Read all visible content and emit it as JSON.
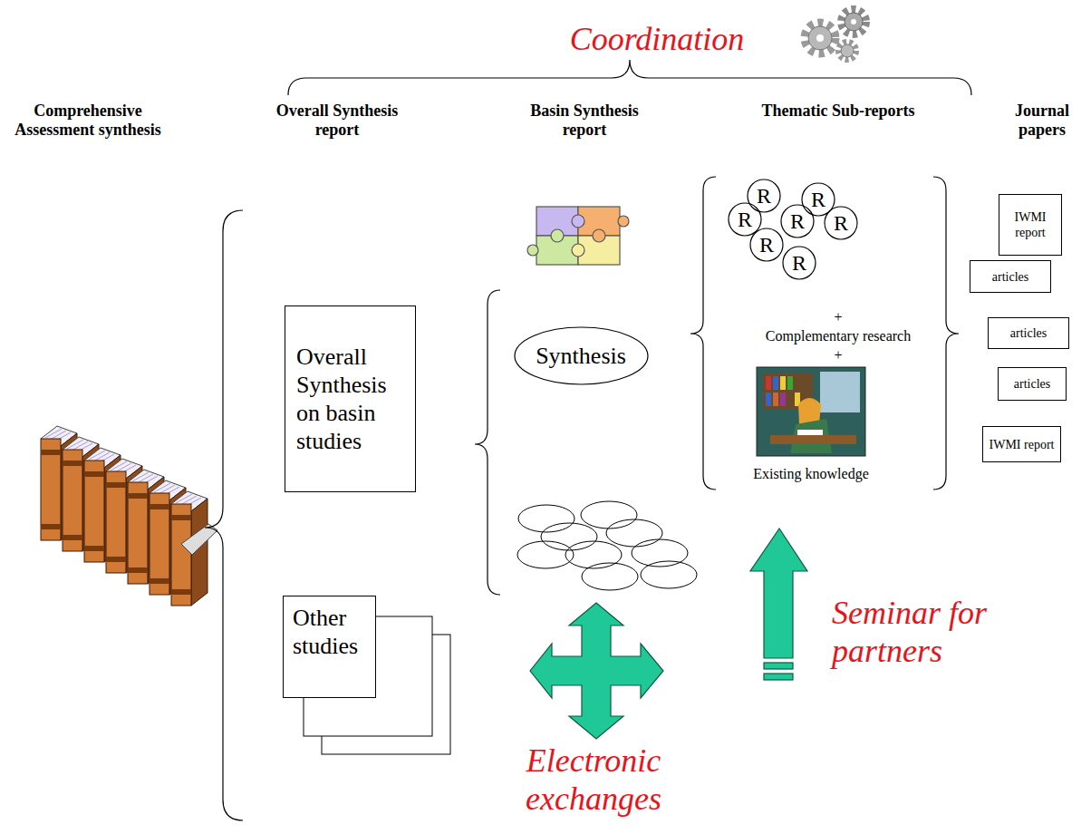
{
  "diagram": {
    "nodes": [
      {
        "text": [
          "R"
        ]
      },
      {
        "text": [
          "R"
        ]
      },
      {
        "text": [
          "R"
        ]
      },
      {
        "text": [
          "R"
        ]
      },
      {
        "text": [
          "R"
        ]
      },
      {
        "text": [
          "R"
        ]
      },
      {
        "text": [
          "R"
        ]
      },
      {
        "text": [
          "IWMI report"
        ]
      },
      {
        "text": [
          "articles"
        ]
      },
      {
        "text": [
          "Overall Synthesis on basin studies"
        ]
      },
      {
        "text": [
          "Synthesis"
        ]
      },
      {
        "text": [
          "articles"
        ]
      },
      {
        "text": [
          "articles"
        ]
      },
      {
        "text": [
          "IWMI report"
        ]
      },
      {
        "text": [
          "Other studies"
        ]
      }
    ],
    "labels": [
      "Coordination",
      "Comprehensive Assessment synthesis",
      "Overall Synthesis report",
      "Basin Synthesis report",
      "Thematic Sub-reports",
      "Journal papers",
      "+",
      "Complementary research",
      "+",
      "Existing knowledge",
      "Seminar for partners",
      "Electronic exchanges"
    ]
  }
}
